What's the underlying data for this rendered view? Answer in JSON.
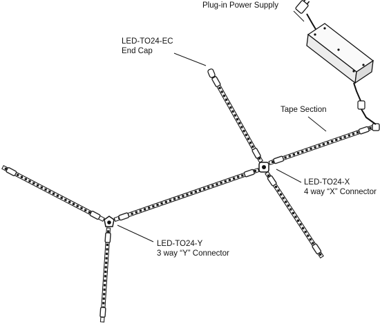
{
  "callouts": {
    "power_supply": {
      "line1": "Plug-in Power Supply"
    },
    "end_cap": {
      "line1": "LED-TO24-EC",
      "line2": "End Cap"
    },
    "tape_section": {
      "line1": "Tape Section"
    },
    "x_connector": {
      "line1": "LED-TO24-X",
      "line2": "4 way “X” Connector"
    },
    "y_connector": {
      "line1": "LED-TO24-Y",
      "line2": "3 way “Y” Connector"
    }
  },
  "colors": {
    "ink": "#111111",
    "tape": "#f4f4f4",
    "led": "#1a1a1a",
    "connector": "#222222"
  }
}
